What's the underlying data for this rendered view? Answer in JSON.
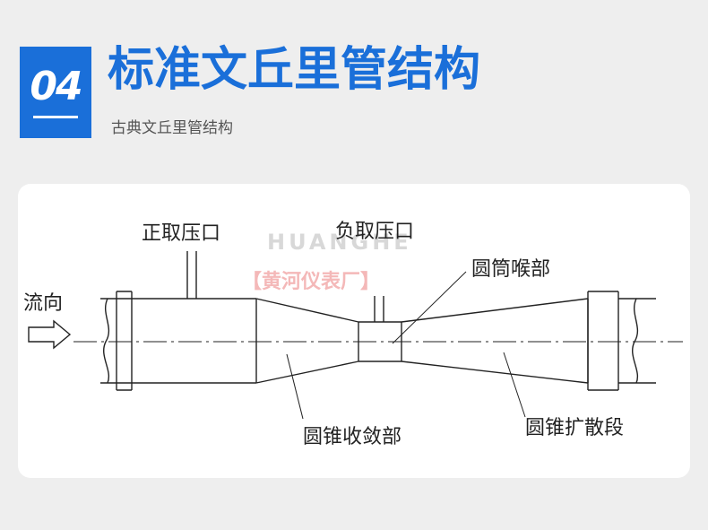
{
  "header": {
    "number": "04",
    "title": "标准文丘里管结构",
    "subtitle": "古典文丘里管结构"
  },
  "diagram": {
    "labels": {
      "flow": "流向",
      "positive_tap": "正取压口",
      "negative_tap": "负取压口",
      "throat": "圆筒喉部",
      "converging": "圆锥收敛部",
      "diffuser": "圆锥扩散段"
    },
    "watermark": {
      "brand_en": "HUANGHE",
      "brand_cn": "【黄河仪表厂】"
    }
  },
  "colors": {
    "accent": "#1a6fd9",
    "background": "#eeeeee",
    "panel": "#ffffff",
    "line": "#222222"
  }
}
